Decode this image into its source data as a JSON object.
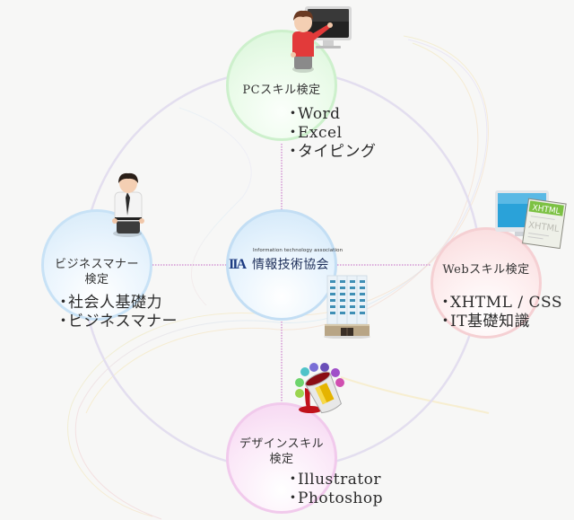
{
  "center": {
    "logo_mark": "IIA",
    "logo_subtitle": "Information technology association",
    "logo_title": "情報技術協会",
    "icon": "office-building-icon"
  },
  "nodes": [
    {
      "id": "pc",
      "title": "PCスキル検定",
      "items": [
        "Word",
        "Excel",
        "タイピング"
      ],
      "icon": "person-at-monitor-icon",
      "color": "#d8f5d8"
    },
    {
      "id": "business",
      "title_line1": "ビジネスマナー",
      "title_line2": "検定",
      "items": [
        "社会人基礎力",
        "ビジネスマナー"
      ],
      "icon": "businessman-icon",
      "color": "#d4e9f8"
    },
    {
      "id": "web",
      "title": "Webスキル検定",
      "items": [
        "XHTML / CSS",
        "IT基礎知識"
      ],
      "icon": "monitor-xhtml-document-icon",
      "icon_text_1": "XHTML",
      "icon_text_2": "XHTML",
      "color": "#f9d8da"
    },
    {
      "id": "design",
      "title_line1": "デザインスキル",
      "title_line2": "検定",
      "items": [
        "Illustrator",
        "Photoshop"
      ],
      "icon": "paint-bucket-icon",
      "color": "#f5d3f0"
    }
  ],
  "bullet": "・",
  "colors": {
    "background": "#f7f7f6",
    "ring": "#e2ddef",
    "connector": "#d9a6d9",
    "text": "#2a2a2a"
  }
}
